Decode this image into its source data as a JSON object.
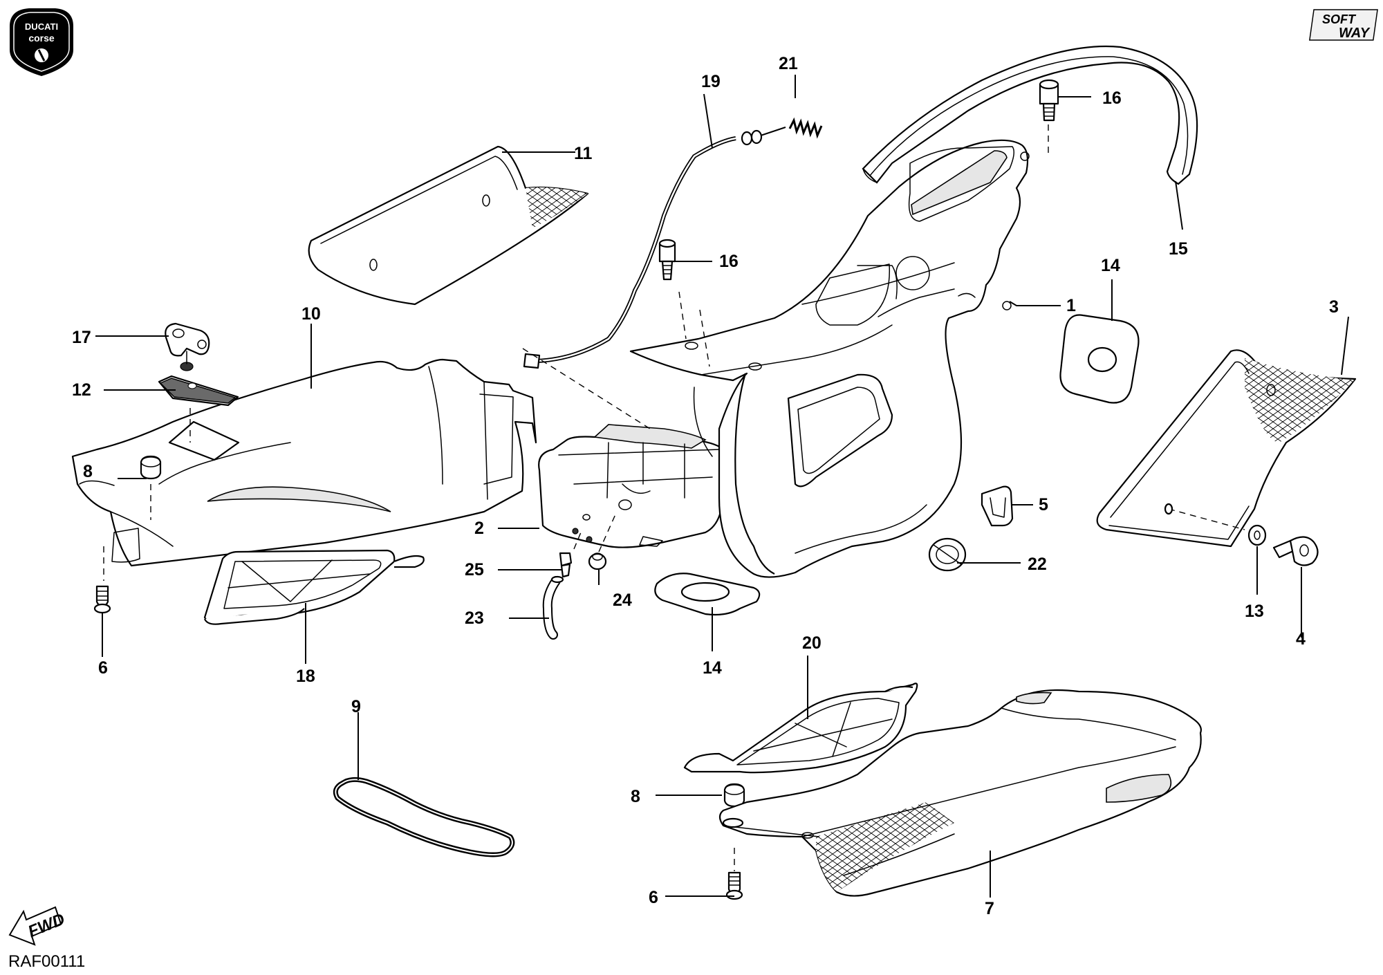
{
  "brand": {
    "logo_top": "DUCATI",
    "logo_sub": "corse",
    "softway_top": "SOFT",
    "softway_bottom": "WAY"
  },
  "direction_marker": "FWD",
  "diagram_code": "RAF00111",
  "callouts": {
    "c1": "1",
    "c2": "2",
    "c3": "3",
    "c4": "4",
    "c5": "5",
    "c6a": "6",
    "c6b": "6",
    "c7": "7",
    "c8a": "8",
    "c8b": "8",
    "c9": "9",
    "c10": "10",
    "c11": "11",
    "c12": "12",
    "c13": "13",
    "c14a": "14",
    "c14b": "14",
    "c15": "15",
    "c16a": "16",
    "c16b": "16",
    "c17": "17",
    "c18": "18",
    "c19": "19",
    "c20": "20",
    "c21": "21",
    "c22": "22",
    "c23": "23",
    "c24": "24",
    "c25": "25"
  }
}
